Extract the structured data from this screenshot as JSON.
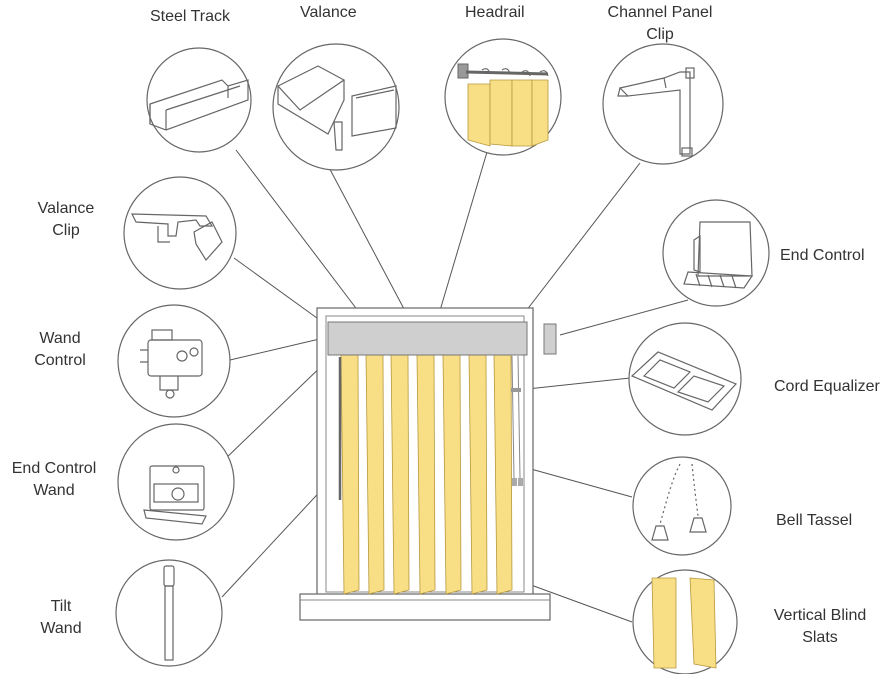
{
  "labels": {
    "steel_track": "Steel Track",
    "valance": "Valance",
    "headrail": "Headrail",
    "channel_panel_clip_1": "Channel Panel",
    "channel_panel_clip_2": "Clip",
    "valance_clip_1": "Valance",
    "valance_clip_2": "Clip",
    "end_control": "End Control",
    "wand_control_1": "Wand",
    "wand_control_2": "Control",
    "cord_equalizer": "Cord Equalizer",
    "end_control_wand_1": "End Control",
    "end_control_wand_2": "Wand",
    "bell_tassel": "Bell Tassel",
    "tilt_wand_1": "Tilt",
    "tilt_wand_2": "Wand",
    "vertical_blind_slats_1": "Vertical Blind",
    "vertical_blind_slats_2": "Slats"
  },
  "colors": {
    "slat": "#f8de84",
    "slat_edge": "#c9a94a",
    "headrail": "#cfcfcf",
    "stroke": "#555555",
    "text": "#333333"
  }
}
